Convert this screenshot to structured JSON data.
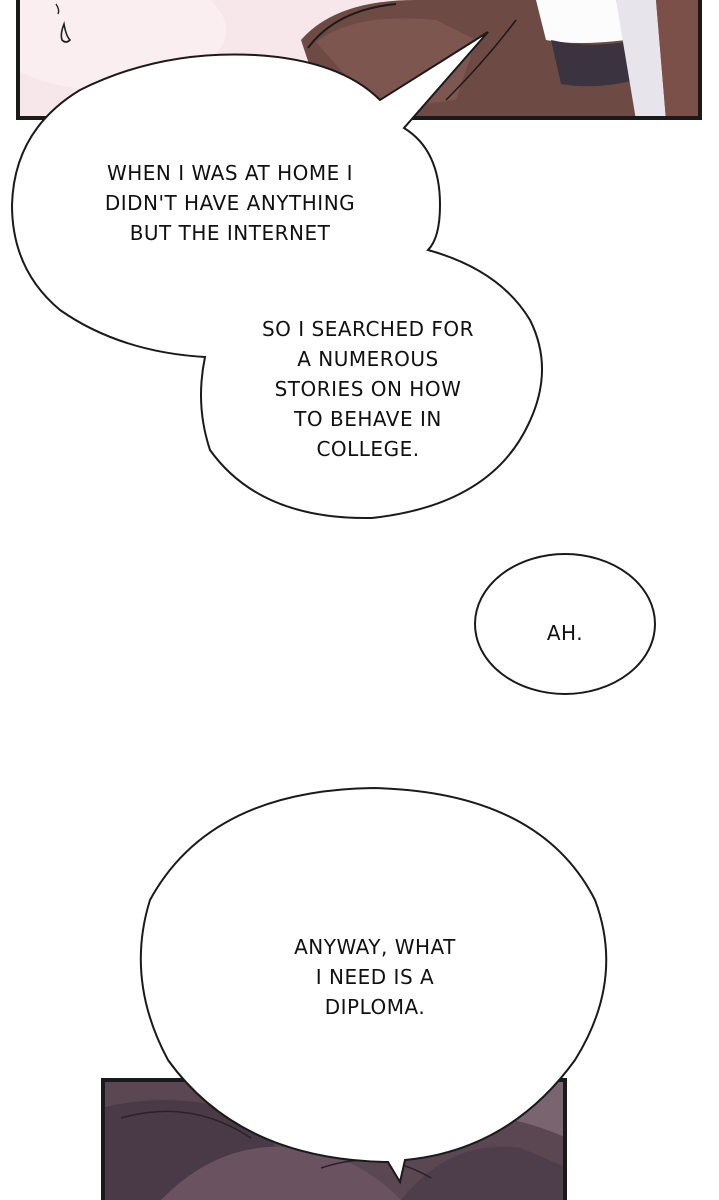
{
  "colors": {
    "page_background": "#ffffff",
    "panel_border": "#1a1a1a",
    "skin_pink": "#f7e6ea",
    "hair_brown": "#6e4a44",
    "hair_dark": "#4a3a48",
    "bottom_panel_purple": "#5a4752"
  },
  "panels": [
    {
      "id": "top-panel",
      "content": "cropped character art"
    },
    {
      "id": "bottom-panel",
      "content": "cropped character art"
    }
  ],
  "speech_bubbles": [
    {
      "id": "bubble-home-internet",
      "text": "WHEN I WAS AT HOME I\nDIDN'T HAVE ANYTHING\nBUT THE INTERNET"
    },
    {
      "id": "bubble-searched-stories",
      "text": "SO I SEARCHED FOR\nA NUMEROUS\nSTORIES ON HOW\nTO BEHAVE IN\nCOLLEGE."
    },
    {
      "id": "bubble-ah",
      "text": "AH."
    },
    {
      "id": "bubble-diploma",
      "text": "ANYWAY, WHAT\nI NEED IS A\nDIPLOMA."
    }
  ]
}
